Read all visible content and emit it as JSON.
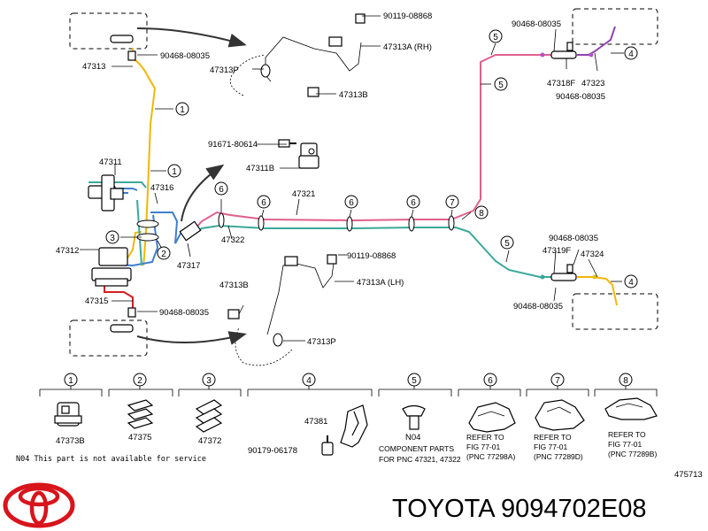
{
  "colors": {
    "yellow": "#f2b705",
    "pink": "#e0608c",
    "teal": "#3aa99a",
    "blue": "#3f7fcf",
    "red": "#d32020",
    "purple": "#8e44ad",
    "brand_red": "#d8141c"
  },
  "parts": {
    "p90119_top": "90119-08868",
    "p47313A_rh": "47313A (RH)",
    "p90468_tl": "90468-08035",
    "p47313_tl": "47313",
    "p47313P_top": "47313P",
    "p47313B_top": "47313B",
    "p90468_tr1": "90468-08035",
    "p47318F": "47318F",
    "p47323": "47323",
    "p90468_tr2": "90468-08035",
    "p91671": "91671-80614",
    "p47311B": "47311B",
    "p47311": "47311",
    "p47316": "47316",
    "p47321": "47321",
    "p47322": "47322",
    "p47312": "47312",
    "p47317": "47317",
    "p90119_mid": "90119-08868",
    "p47313B_mid": "47313B",
    "p47313A_lh": "47313A (LH)",
    "p47315": "47315",
    "p90468_bl": "90468-08035",
    "p47313P_bot": "47313P",
    "p90468_br1": "90468-08035",
    "p47319F": "47319F",
    "p47324": "47324",
    "p90468_br2": "90468-08035"
  },
  "callouts": {
    "c1": "1",
    "c2": "2",
    "c3": "3",
    "c4": "4",
    "c5": "5",
    "c6": "6",
    "c7": "7",
    "c8": "8"
  },
  "legend": {
    "item1_part": "47373B",
    "item2_part": "47375",
    "item3_part": "47372",
    "item4_part1": "47381",
    "item4_part2": "90179-06178",
    "item5_part": "N04",
    "item5_line1": "COMPONENT PARTS",
    "item5_line2": "FOR PNC 47321, 47322",
    "item6_line1": "REFER TO",
    "item6_line2": "FIG 77-01",
    "item6_line3": "(PNC 77298A)",
    "item7_line1": "REFER TO",
    "item7_line2": "FIG 77-01",
    "item7_line3": "(PNC 77289D)",
    "item8_line1": "REFER TO",
    "item8_line2": "FIG 77-01",
    "item8_line3": "(PNC 77289B)"
  },
  "footnote": "N04 This part is not available for service",
  "figure_number": "475713",
  "brand_title": "TOYOTA 9094702E08"
}
